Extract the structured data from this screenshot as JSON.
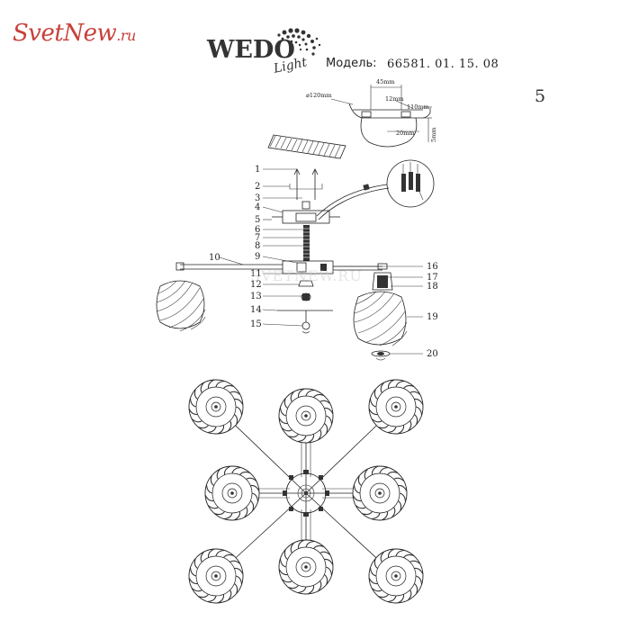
{
  "header": {
    "site_logo": {
      "name_part": "SvetNew",
      "tld": ".ru",
      "color": "#c8403a"
    },
    "brand_logo": {
      "word": "WEDO",
      "script": "Light"
    },
    "model_label": "Модель:",
    "model_number": "66581. 01. 15. 08",
    "page_number": "5"
  },
  "dimensions": {
    "d120": "⌀120mm",
    "d45": "45mm",
    "d12": "12mm",
    "d110": "110mm",
    "d20": "20mm",
    "d5": "5mm"
  },
  "part_labels": [
    "1",
    "2",
    "3",
    "4",
    "5",
    "6",
    "7",
    "8",
    "9",
    "10",
    "11",
    "12",
    "13",
    "14",
    "15",
    "16",
    "17",
    "18",
    "19",
    "20"
  ],
  "watermark": "SVETNEW.RU"
}
